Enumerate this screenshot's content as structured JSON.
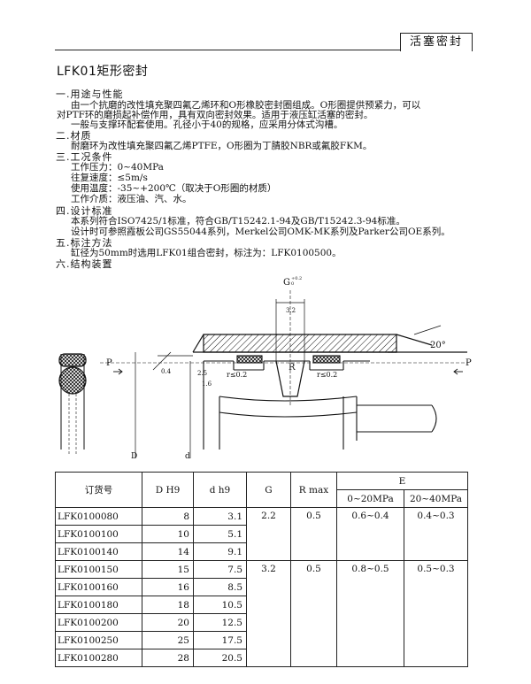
{
  "header": {
    "category": "活塞密封"
  },
  "title": "LFK01矩形密封",
  "sections": {
    "usage": {
      "heading": "一.用途与性能",
      "lines": [
        "由一个抗磨的改性填充聚四氟乙烯环和O形橡胶密封圈组成。O形圈提供预紧力，可以",
        "对PTF环的磨损起补偿作用，具有双向密封效果。适用于液压缸活塞的密封。",
        "一般与支撑环配套使用。孔径小于40的规格，应采用分体式沟槽。"
      ]
    },
    "material": {
      "heading": "二.材质",
      "lines": [
        "耐磨环为改性填充聚四氟乙烯PTFE，O形圈为丁腈胶NBR或氟胶FKM。"
      ]
    },
    "conditions": {
      "heading": "三.工况条件",
      "lines": [
        "工作压力：0~40MPa",
        "往复速度：≤5m/s",
        "使用温度：-35~+200℃（取决于O形圈的材质）",
        "工作介质：液压油、汽、水。"
      ]
    },
    "standard": {
      "heading": "四.设计标准",
      "lines": [
        "本系列符合ISO7425/1标准，符合GB/T15242.1-94及GB/T15242.3-94标准。",
        "设计时可参照霞板公司GS55044系列，Merkel公司OMK-MK系列及Parker公司OE系列。"
      ]
    },
    "marking": {
      "heading": "五.标注方法",
      "lines": [
        "缸径为50mm时选用LFK01组合密封，标注为：LFK0100500。"
      ]
    },
    "structure": {
      "heading": "六.结构装置"
    }
  },
  "drawing": {
    "labels": {
      "g": "G",
      "g_tol": "+0.2",
      "g_tol2": "0",
      "rough_top": "3.2",
      "angle": "20°",
      "p_left": "P",
      "p_right": "P",
      "rough_04": "0.4",
      "r02_left": "r≤0.2",
      "r02_right": "r≤0.2",
      "r_center": "R",
      "dim_25": "2.5",
      "dim_16": "1.6",
      "dim_D": "D",
      "dim_d": "d"
    }
  },
  "table": {
    "headers": {
      "order_no": "订货号",
      "D": "D H9",
      "d": "d h9",
      "G": "G",
      "R": "R max",
      "E": "E",
      "E_low": "0~20MPa",
      "E_high": "20~40MPa"
    },
    "rows": [
      {
        "code": "LFK0100080",
        "D": "8",
        "d": "3.1"
      },
      {
        "code": "LFK0100100",
        "D": "10",
        "d": "5.1"
      },
      {
        "code": "LFK0100140",
        "D": "14",
        "d": "9.1"
      },
      {
        "code": "LFK0100150",
        "D": "15",
        "d": "7.5"
      },
      {
        "code": "LFK0100160",
        "D": "16",
        "d": "8.5"
      },
      {
        "code": "LFK0100180",
        "D": "18",
        "d": "10.5"
      },
      {
        "code": "LFK0100200",
        "D": "20",
        "d": "12.5"
      },
      {
        "code": "LFK0100250",
        "D": "25",
        "d": "17.5"
      },
      {
        "code": "LFK0100280",
        "D": "28",
        "d": "20.5"
      }
    ],
    "groups": [
      {
        "G": "2.2",
        "R": "0.5",
        "E_low": "0.6~0.4",
        "E_high": "0.4~0.3"
      },
      {
        "G": "3.2",
        "R": "0.5",
        "E_low": "0.8~0.5",
        "E_high": "0.5~0.3"
      }
    ]
  }
}
